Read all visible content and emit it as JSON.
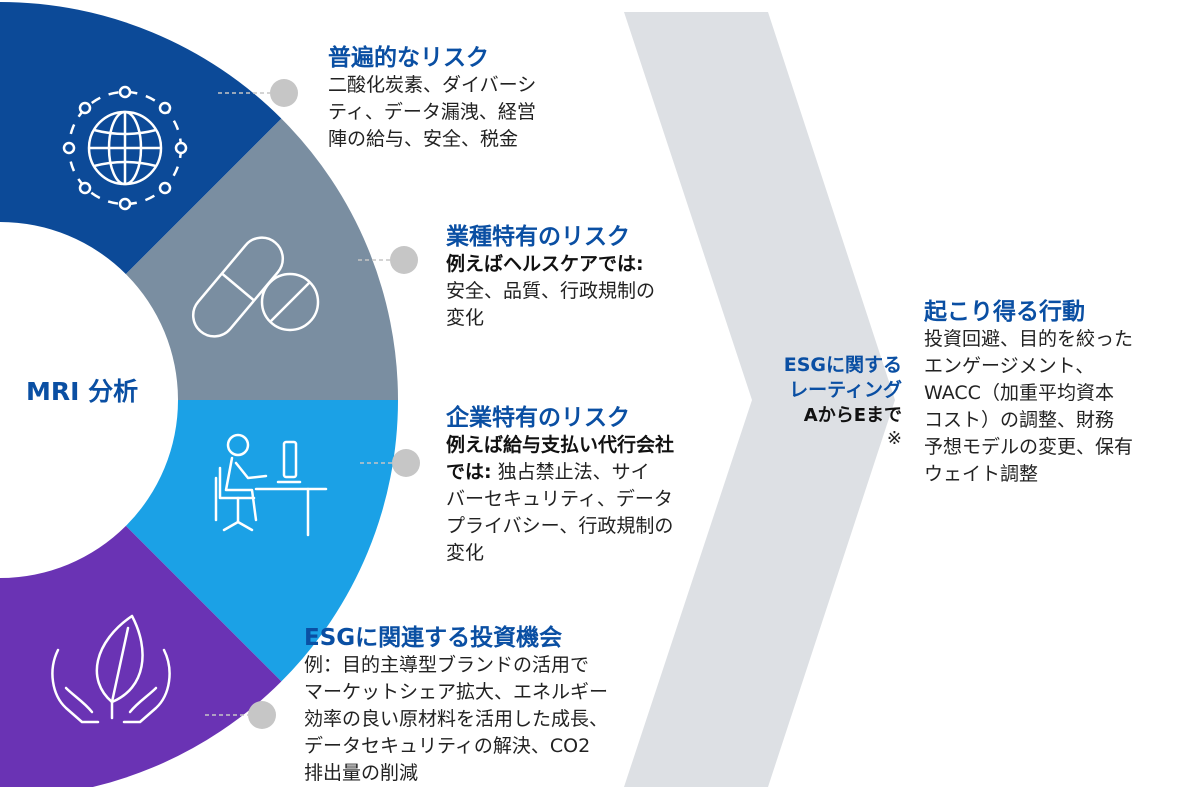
{
  "center_label": "MRI 分析",
  "segments": [
    {
      "title": "普遍的なリスク",
      "subtitle": "",
      "body": "二酸化炭素、ダイバーシ\nティ、データ漏洩、経営\n陣の給与、安全、税金",
      "color": "#0c4a98",
      "icon": "globe-network-icon"
    },
    {
      "title": "業種特有のリスク",
      "subtitle": "例えばヘルスケアでは:",
      "body": "安全、品質、行政規制の\n変化",
      "color": "#7a8ea1",
      "icon": "pills-icon"
    },
    {
      "title": "企業特有のリスク",
      "subtitle": "例えば給与支払い代行会社\nでは:",
      "body": " 独占禁止法、サイ\nバーセキュリティ、データ\nプライバシー、行政規制の\n変化",
      "color": "#1ba1e6",
      "icon": "person-at-desk-icon"
    },
    {
      "title": "ESGに関連する投資機会",
      "subtitle": "",
      "body": "例：目的主導型ブランドの活用で\nマーケットシェア拡大、エネルギー\n効率の良い原材料を活用した成長、\nデータセキュリティの解決、CO2\n排出量の削減",
      "color": "#6a33b4",
      "icon": "hands-leaf-icon"
    }
  ],
  "esg_rating": {
    "title": "ESGに関する\nレーティング",
    "subtitle": "AからEまで",
    "note": "※"
  },
  "action": {
    "title": "起こり得る行動",
    "body": "投資回避、目的を絞った\nエンゲージメント、\nWACC（加重平均資本\nコスト）の調整、財務\n予想モデルの変更、保有\nウェイト調整"
  },
  "colors": {
    "chevron": "#dde0e4",
    "connector": "#c6c6c6",
    "accent_text": "#0a4fa3"
  }
}
